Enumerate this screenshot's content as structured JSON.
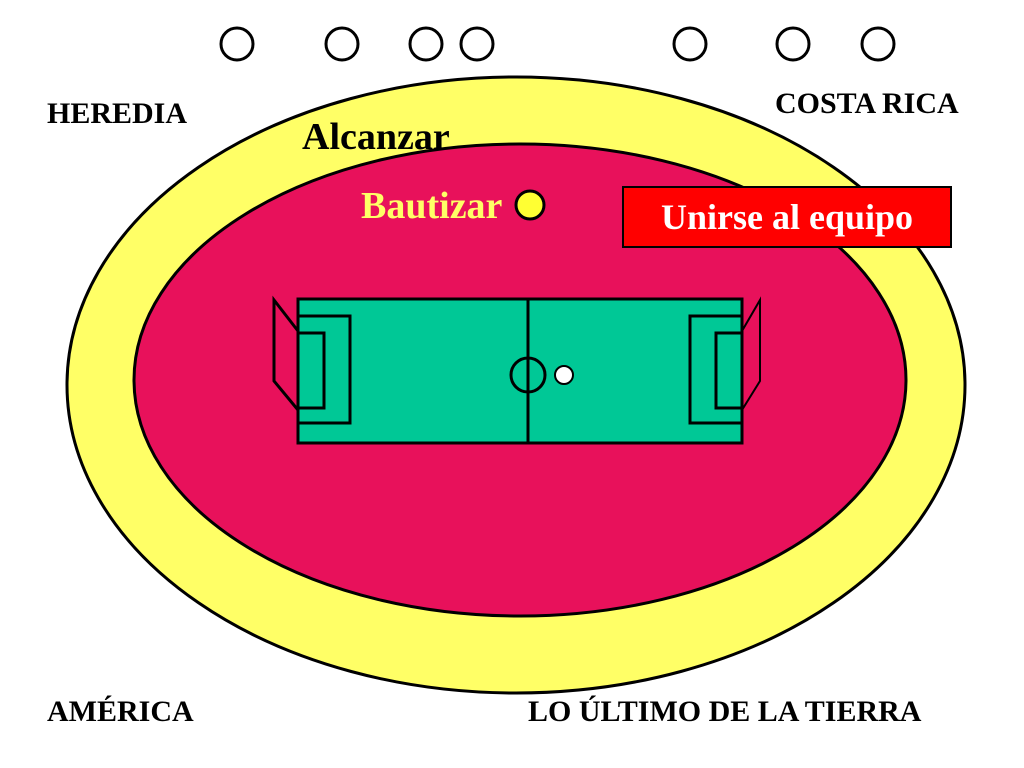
{
  "labels": {
    "top_left": "HEREDIA",
    "top_right": "COSTA RICA",
    "bottom_left": "AMÉRICA",
    "bottom_right": "LO ÚLTIMO DE LA TIERRA",
    "outer_ring": "Alcanzar",
    "inner_ring": "Bautizar"
  },
  "join_button": {
    "label": "Unirse al equipo"
  },
  "colors": {
    "outer_ring": "#ffff66",
    "inner_field": "#e8115b",
    "pitch": "#00c896",
    "ball": "#ffff33",
    "button": "#ff0000",
    "lines": "#000000"
  },
  "icons": {
    "player_markers": 7,
    "player_icon": "circle-outline-icon",
    "baptize_ball": "yellow-ball-icon",
    "soccer_ball": "white-ball-icon"
  }
}
